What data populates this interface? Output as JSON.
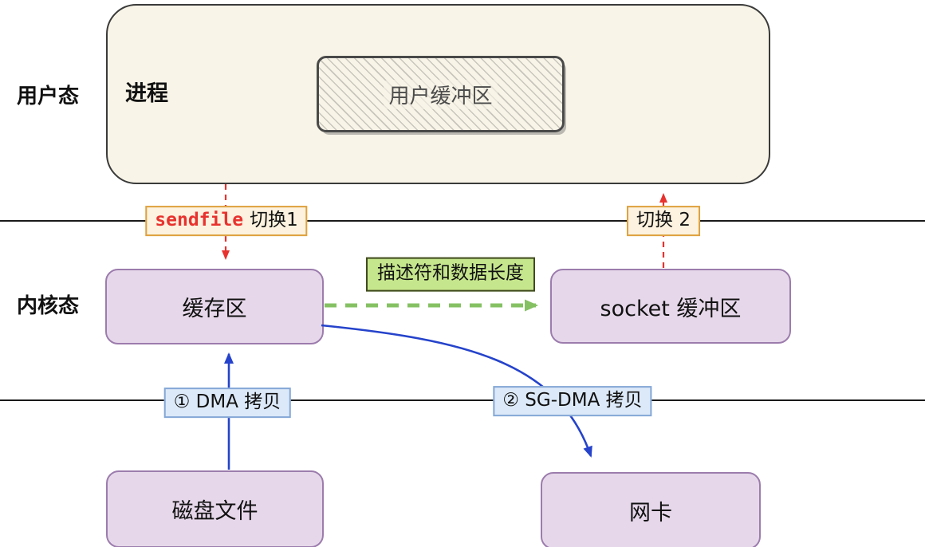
{
  "labels": {
    "user_mode": "用户态",
    "kernel_mode": "内核态"
  },
  "nodes": {
    "process": {
      "label": "进程"
    },
    "user_buffer": {
      "label": "用户缓冲区"
    },
    "cache": {
      "label": "缓存区"
    },
    "socket": {
      "label": "socket 缓冲区"
    },
    "disk": {
      "label": "磁盘文件"
    },
    "nic": {
      "label": "网卡"
    }
  },
  "badges": {
    "sendfile": {
      "highlight": "sendfile",
      "rest": "切换1"
    },
    "switch2": {
      "label": "切换 2"
    },
    "descriptor": {
      "label": "描述符和数据长度"
    },
    "dma_copy": {
      "label": "① DMA 拷贝"
    },
    "sg_dma_copy": {
      "label": "② SG-DMA 拷贝"
    }
  },
  "colors": {
    "cream": "#f8f4e7",
    "box_border_dark": "#3a3a3a",
    "purple_fill": "#e6d8ea",
    "purple_border": "#9c7cad",
    "orange_border": "#dfa13d",
    "orange_bg": "#fcf2df",
    "red": "#e8322e",
    "green_bg": "#c6e68d",
    "green_border": "#3f4a1e",
    "green_arrow": "#85c063",
    "blue_bg": "#dce9f8",
    "blue_border": "#84a7d6",
    "blue_arrow": "#2543cb",
    "hatch_text": "#4c4c4c",
    "line_black": "#1a1a1a"
  }
}
